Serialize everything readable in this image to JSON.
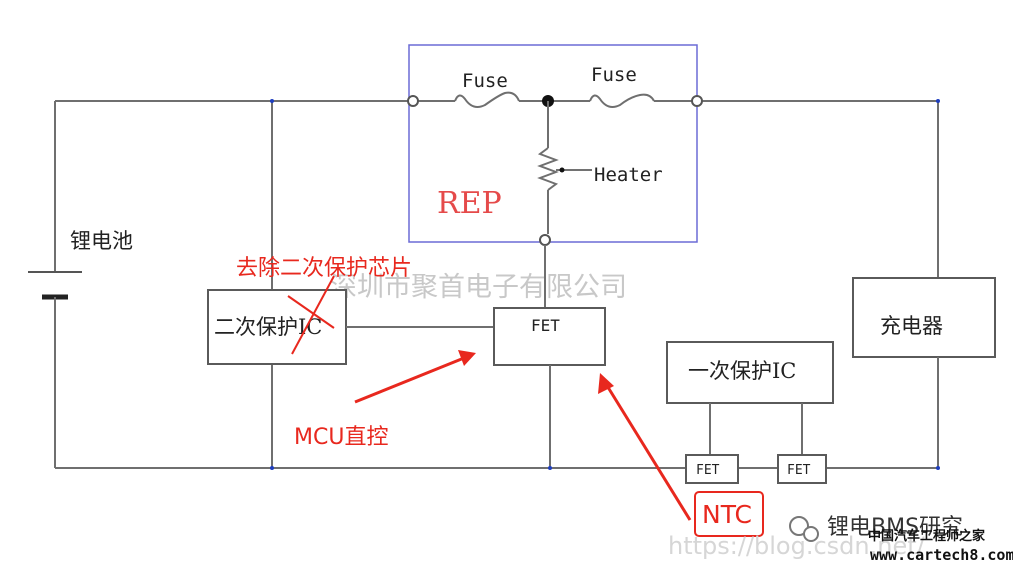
{
  "labels": {
    "fuse_left": "Fuse",
    "fuse_right": "Fuse",
    "heater": "Heater",
    "rep": "REP",
    "battery": "锂电池",
    "secondary_ic": "二次保护IC",
    "fet_main": "FET",
    "charger": "充电器",
    "primary_ic": "一次保护IC",
    "fet_small_1": "FET",
    "fet_small_2": "FET"
  },
  "annotations": {
    "remove_chip": "去除二次保护芯片",
    "mcu_control": "MCU直控",
    "ntc": "NTC"
  },
  "watermarks": {
    "company": "深圳市聚首电子有限公司",
    "url": "https://blog.csdn.net/",
    "brand": "锂电BMS研究",
    "site_cn": "中国汽车工程师之家",
    "site_url": "www.cartech8.com"
  },
  "colors": {
    "wire": "#6f6f6f",
    "rep_box": "#6b6bd6",
    "annotation": "#e8281e"
  }
}
